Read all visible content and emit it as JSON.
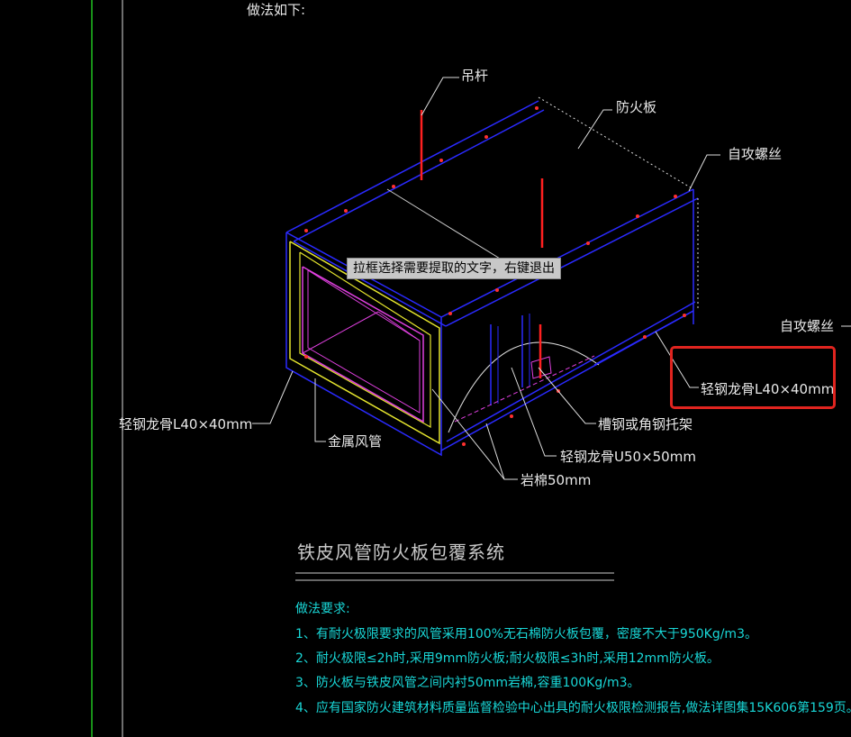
{
  "header_note": "做法如下:",
  "tooltip": "拉框选择需要提取的文字，右键退出",
  "labels": {
    "hanger": "吊杆",
    "fire_board": "防火板",
    "screw_1": "自攻螺丝",
    "screw_2": "自攻螺丝",
    "light_steel_right": "轻钢龙骨L40×40mm",
    "light_steel_left": "轻钢龙骨L40×40mm",
    "metal_duct": "金属风管",
    "channel_bracket": "槽钢或角钢托架",
    "light_steel_u": "轻钢龙骨U50×50mm",
    "rock_wool": "岩棉50mm"
  },
  "title": "铁皮风管防火板包覆系统",
  "requirements": {
    "heading": "做法要求:",
    "items": [
      "1、有耐火极限要求的风管采用100%无石棉防火板包覆，密度不大于950Kg/m3。",
      "2、耐火极限≤2h时,采用9mm防火板;耐火极限≤3h时,采用12mm防火板。",
      "3、防火板与铁皮风管之间内衬50mm岩棉,容重100Kg/m3。",
      "4、应有国家防火建筑材料质量监督检验中心出具的耐火极限检测报告,做法详图集15K606第159页。"
    ]
  },
  "colors": {
    "background": "#000000",
    "blue_line": "#2a2aff",
    "yellow_line": "#e6e62e",
    "magenta_line": "#e040e0",
    "red_line": "#ff2020",
    "green_line": "#20d020",
    "cyan_text": "#19d7d7",
    "highlight": "#e0241f"
  }
}
